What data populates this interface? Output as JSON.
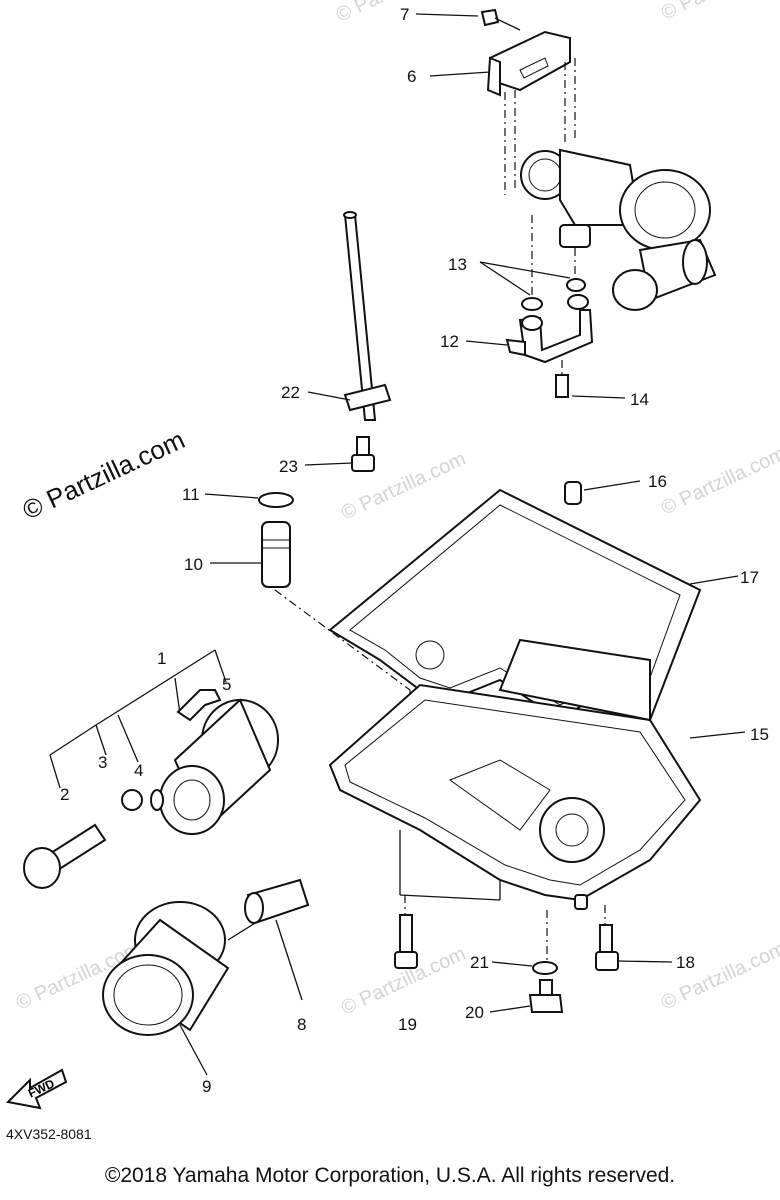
{
  "diagram_code": "4XV352-8081",
  "copyright": "©2018  Yamaha Motor Corporation, U.S.A. All rights reserved.",
  "watermark_main": "© Partzilla.com",
  "watermark_repeat": "© Partzilla.com",
  "fwd_label": "FWD",
  "callouts": {
    "p1": "1",
    "p2": "2",
    "p3": "3",
    "p4": "4",
    "p5": "5",
    "p6": "6",
    "p7": "7",
    "p8": "8",
    "p9": "9",
    "p10": "10",
    "p11": "11",
    "p12": "12",
    "p13": "13",
    "p14": "14",
    "p15": "15",
    "p16": "16",
    "p17": "17",
    "p18": "18",
    "p19": "19",
    "p20": "20",
    "p21": "21",
    "p22": "22",
    "p23": "23"
  }
}
